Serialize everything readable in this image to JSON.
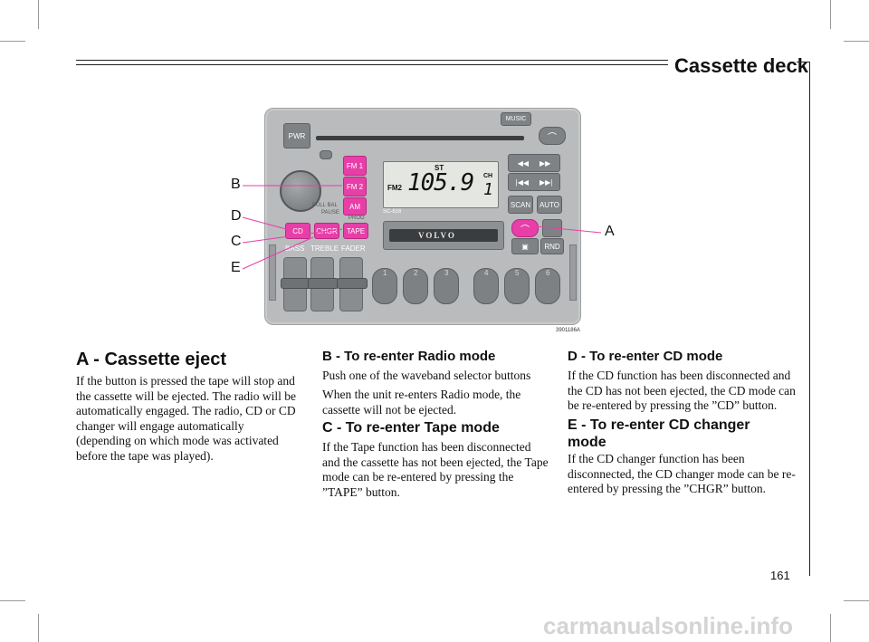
{
  "header": {
    "title": "Cassette deck"
  },
  "figure": {
    "code": "3901186A",
    "callouts": {
      "a": "A",
      "b": "B",
      "c": "C",
      "d": "D",
      "e": "E"
    },
    "radio": {
      "brand_badge": "MUSIC",
      "power_label": "PWR",
      "volume_push_label": "PULL BAL",
      "pause_label": "PAUSE",
      "display": {
        "band": "FM2",
        "frequency": "105.9",
        "stereo": "ST",
        "channel_label": "CH",
        "channel": "1"
      },
      "model": "SC-816",
      "brand": "VOLVO",
      "band_buttons": [
        "FM 1",
        "FM 2",
        "AM"
      ],
      "mode_buttons": [
        "CD",
        "CHGR",
        "TAPE"
      ],
      "prog_label": "PROG",
      "control_buttons": {
        "scan": "SCAN",
        "auto": "AUTO",
        "rnd": "RND"
      },
      "slider_labels": [
        "BASS",
        "TREBLE",
        "FADER"
      ],
      "presets": [
        "1",
        "2",
        "3",
        "4",
        "5",
        "6"
      ],
      "colors": {
        "accent_pink": "#e83ea8",
        "body": "#b9bbbd"
      }
    }
  },
  "sections": {
    "a": {
      "title": "A - Cassette eject",
      "paragraphs": [
        "If the button is pressed the tape will stop and the cassette will be ejected. The radio will be automatically engaged. The radio, CD or CD changer will engage automatically (depending on which mode was activated before the tape was played)."
      ]
    },
    "b": {
      "title": "B - To re-enter Radio mode",
      "paragraphs": [
        "Push one of the waveband selector buttons",
        "When the unit re-enters Radio mode, the cassette will not be ejected."
      ]
    },
    "c": {
      "title": "C - To re-enter Tape mode",
      "paragraphs": [
        "If the Tape function has been disconnected and the cassette has not been ejected, the Tape mode can be re-entered by pressing the ”TAPE” button."
      ]
    },
    "d": {
      "title": "D - To re-enter CD mode",
      "paragraphs": [
        "If the CD function has been disconnected and the CD has not been ejected, the CD mode can be re-entered by pressing the ”CD” button."
      ]
    },
    "e": {
      "title": "E - To re-enter CD changer mode",
      "paragraphs": [
        "If the CD changer function has been disconnected, the CD changer mode can be re-entered by pressing the ”CHGR” button."
      ]
    }
  },
  "footer": {
    "page_number": "161",
    "watermark": "carmanualsonline.info"
  }
}
